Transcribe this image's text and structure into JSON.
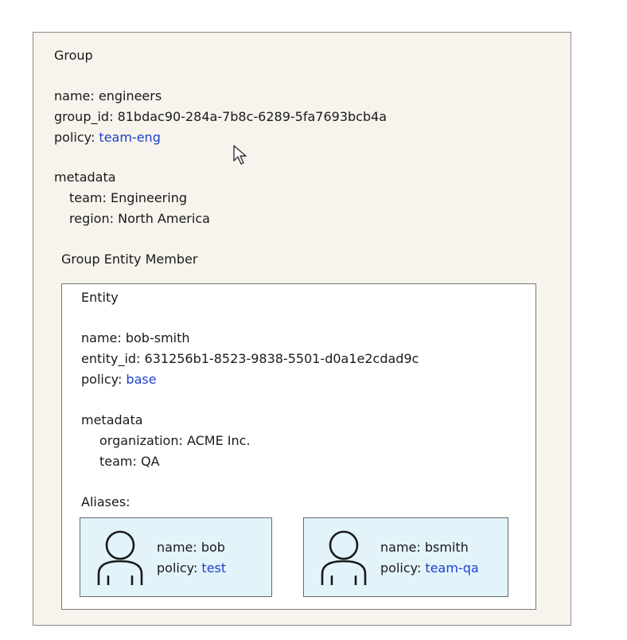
{
  "group": {
    "heading": "Group",
    "name_label": "name:",
    "name": "engineers",
    "group_id_label": "group_id:",
    "group_id": "81bdac90-284a-7b8c-6289-5fa7693bcb4a",
    "policy_label": "policy:",
    "policy": "team-eng",
    "metadata_heading": "metadata",
    "metadata": [
      {
        "key": "team:",
        "value": "Engineering"
      },
      {
        "key": "region:",
        "value": "North America"
      }
    ],
    "member_heading": "Group Entity Member"
  },
  "entity": {
    "heading": "Entity",
    "name_label": "name:",
    "name": "bob-smith",
    "entity_id_label": "entity_id:",
    "entity_id": "631256b1-8523-9838-5501-d0a1e2cdad9c",
    "policy_label": "policy:",
    "policy": "base",
    "metadata_heading": "metadata",
    "metadata": [
      {
        "key": "organization:",
        "value": "ACME Inc."
      },
      {
        "key": "team:",
        "value": "QA"
      }
    ],
    "aliases_heading": "Aliases:"
  },
  "aliases": [
    {
      "name_label": "name:",
      "name": "bob",
      "policy_label": "policy:",
      "policy": "test",
      "icon": "user-icon"
    },
    {
      "name_label": "name:",
      "name": "bsmith",
      "policy_label": "policy:",
      "policy": "team-qa",
      "icon": "user-icon"
    }
  ],
  "colors": {
    "group_bg": "#f6f4ec",
    "alias_bg": "#e3f3fa",
    "link": "#1d3fcf"
  }
}
